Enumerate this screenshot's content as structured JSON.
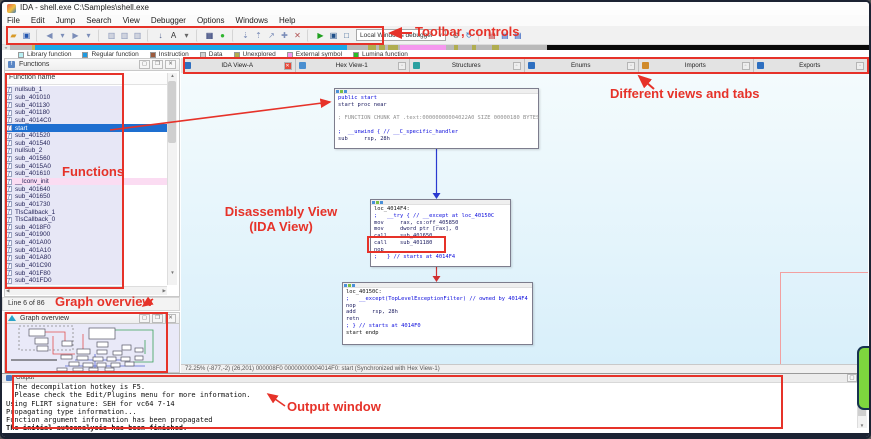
{
  "window": {
    "title": "IDA - shell.exe C:\\Samples\\shell.exe"
  },
  "menu": {
    "items": [
      "File",
      "Edit",
      "Jump",
      "Search",
      "View",
      "Debugger",
      "Options",
      "Windows",
      "Help"
    ]
  },
  "toolbar": {
    "debugger_select": "Local Windows debugger",
    "dropdown_arrow": "∨",
    "items": [
      {
        "n": "open-file",
        "g": "▰",
        "c": "#d89a28"
      },
      {
        "n": "save",
        "g": "▣",
        "c": "#2456b0"
      },
      {
        "n": "sep1",
        "g": "",
        "cls": "tsep"
      },
      {
        "n": "back",
        "g": "◀",
        "c": "#7b8db8"
      },
      {
        "n": "back-dropdown",
        "g": "▾",
        "c": "#7b8db8"
      },
      {
        "n": "forward",
        "g": "▶",
        "c": "#7b8db8"
      },
      {
        "n": "forward-dropdown",
        "g": "▾",
        "c": "#7b8db8"
      },
      {
        "n": "sep2",
        "g": "",
        "cls": "tsep"
      },
      {
        "n": "copy-1",
        "g": "▥",
        "c": "#8a97b8"
      },
      {
        "n": "copy-2",
        "g": "▥",
        "c": "#8a97b8"
      },
      {
        "n": "copy-3",
        "g": "▥",
        "c": "#8a97b8"
      },
      {
        "n": "sep3",
        "g": "",
        "cls": "tsep"
      },
      {
        "n": "jump-down",
        "g": "↓",
        "c": "#4a5a8a"
      },
      {
        "n": "text",
        "g": "A",
        "c": "#333333"
      },
      {
        "n": "text-dropdown",
        "g": "▾",
        "c": "#666666"
      },
      {
        "n": "sep4",
        "g": "",
        "cls": "tsep"
      },
      {
        "n": "screen",
        "g": "▦",
        "c": "#1a2a6a"
      },
      {
        "n": "analysis-state",
        "g": "●",
        "c": "#2fb52f"
      },
      {
        "n": "sep5",
        "g": "",
        "cls": "tsep"
      },
      {
        "n": "step-into",
        "g": "⇣",
        "c": "#7b8db8"
      },
      {
        "n": "step-over",
        "g": "⇡",
        "c": "#7b8db8"
      },
      {
        "n": "run-until",
        "g": "↗",
        "c": "#7b8db8"
      },
      {
        "n": "trace",
        "g": "✚",
        "c": "#7b8db8"
      },
      {
        "n": "cancel",
        "g": "✕",
        "c": "#b05050"
      },
      {
        "n": "sep6",
        "g": "",
        "cls": "tsep"
      },
      {
        "n": "debug-start",
        "g": "▶",
        "c": "#1fa01f"
      },
      {
        "n": "debug-pause",
        "g": "▣",
        "c": "#20508a"
      },
      {
        "n": "debug-stop",
        "g": "□",
        "c": "#20508a"
      }
    ],
    "items_right": [
      {
        "n": "attach",
        "g": "⚙",
        "c": "#6a6a6a"
      },
      {
        "n": "refresh",
        "g": "↻",
        "c": "#3a7ac0"
      },
      {
        "n": "sep7",
        "g": "",
        "cls": "tsep"
      },
      {
        "n": "breakpoints",
        "g": "▤",
        "c": "#c03030"
      },
      {
        "n": "watches-1",
        "g": "▤",
        "c": "#3060c0"
      },
      {
        "n": "watches-2",
        "g": "▤",
        "c": "#3060c0"
      }
    ]
  },
  "legend": {
    "items": [
      {
        "label": "Library function",
        "color": "#b8f0f4"
      },
      {
        "label": "Regular function",
        "color": "#1f9ae0"
      },
      {
        "label": "Instruction",
        "color": "#9c5a3c"
      },
      {
        "label": "Data",
        "color": "#d0d0d0"
      },
      {
        "label": "Unexplored",
        "color": "#b0ad50"
      },
      {
        "label": "External symbol",
        "color": "#f598ee"
      },
      {
        "label": "Lumina function",
        "color": "#28c028"
      }
    ]
  },
  "functions_panel": {
    "title": "Functions",
    "icon": "f",
    "column_header": "Function name",
    "row_icon": "f",
    "status": "Line 6 of 86",
    "items": [
      {
        "name": "nullsub_1"
      },
      {
        "name": "sub_401010"
      },
      {
        "name": "sub_401130"
      },
      {
        "name": "sub_401180"
      },
      {
        "name": "sub_4014C0"
      },
      {
        "name": "start",
        "cls": "sel"
      },
      {
        "name": "sub_401520"
      },
      {
        "name": "sub_401540"
      },
      {
        "name": "nullsub_2"
      },
      {
        "name": "sub_401560"
      },
      {
        "name": "sub_4015A0"
      },
      {
        "name": "sub_401610"
      },
      {
        "name": "__lconv_init",
        "cls": "pink"
      },
      {
        "name": "sub_401640"
      },
      {
        "name": "sub_401650"
      },
      {
        "name": "sub_401730"
      },
      {
        "name": "TlsCallback_1"
      },
      {
        "name": "TlsCallback_0"
      },
      {
        "name": "sub_4018F0"
      },
      {
        "name": "sub_401900"
      },
      {
        "name": "sub_401A00"
      },
      {
        "name": "sub_401A10"
      },
      {
        "name": "sub_401A80"
      },
      {
        "name": "sub_401C90"
      },
      {
        "name": "sub_401F80"
      },
      {
        "name": "sub_401FD0"
      }
    ]
  },
  "graph_overview_panel": {
    "title": "Graph overview"
  },
  "tabs": {
    "items": [
      {
        "label": "IDA View-A",
        "icon": "#2e6fc0",
        "closeBg": "#e5493a",
        "closeFg": "#ffffff",
        "closeGlyph": "✕"
      },
      {
        "label": "Hex View-1",
        "icon": "#4a8fd0",
        "closeBg": "#eeeeee",
        "closeFg": "#999999",
        "closeGlyph": "▫"
      },
      {
        "label": "Structures",
        "icon": "#2aa0a0",
        "closeBg": "#eeeeee",
        "closeFg": "#999999",
        "closeGlyph": "▫"
      },
      {
        "label": "Enums",
        "icon": "#2e6fc0",
        "closeBg": "#eeeeee",
        "closeFg": "#999999",
        "closeGlyph": "▫"
      },
      {
        "label": "Imports",
        "icon": "#d08a2a",
        "closeBg": "#eeeeee",
        "closeFg": "#999999",
        "closeGlyph": "▫"
      },
      {
        "label": "Exports",
        "icon": "#2e6fc0",
        "closeBg": "#eeeeee",
        "closeFg": "#999999",
        "closeGlyph": "▫"
      }
    ]
  },
  "graph": {
    "b1": {
      "lines": [
        {
          "t": "public start",
          "cls": "c-blue"
        },
        {
          "t": "start proc near",
          "cls": "c-code"
        },
        {
          "t": " ",
          "cls": "c-code"
        },
        {
          "t": "; FUNCTION CHUNK AT .text:00000000004022A0 SIZE 00000180 BYTES",
          "cls": "c-gray"
        },
        {
          "t": " ",
          "cls": "c-code"
        },
        {
          "t": ";  __unwind { // __C_specific_handler",
          "cls": "c-blue"
        },
        {
          "t": "sub     rsp, 28h",
          "cls": "c-code"
        }
      ]
    },
    "b2": {
      "lines": [
        {
          "t": "loc_4014F4:",
          "cls": "c-black"
        },
        {
          "t": ";   __try { // __except at loc_40150C",
          "cls": "c-blue"
        },
        {
          "t": "mov     rax, cs:off_405850",
          "cls": "c-code"
        },
        {
          "t": "mov     dword ptr [rax], 0",
          "cls": "c-code"
        },
        {
          "t": "call    sub_401650",
          "cls": "c-code"
        },
        {
          "t": "call    sub_401180",
          "cls": "c-code"
        },
        {
          "t": "nop",
          "cls": "c-code"
        },
        {
          "t": ";   } // starts at 4014F4",
          "cls": "c-blue"
        }
      ]
    },
    "b3": {
      "lines": [
        {
          "t": "loc_40150C:",
          "cls": "c-black"
        },
        {
          "t": ";   __except(TopLevelExceptionFilter) // owned by 4014F4",
          "cls": "c-blue"
        },
        {
          "t": "nop",
          "cls": "c-code"
        },
        {
          "t": "add     rsp, 28h",
          "cls": "c-code"
        },
        {
          "t": "retn",
          "cls": "c-code"
        },
        {
          "t": "; } // starts at 4014F0",
          "cls": "c-blue"
        },
        {
          "t": "start endp",
          "cls": "c-black"
        }
      ]
    },
    "status_line": "72.25% (-877,-2) (26,201) 000008F0 00000000004014F0: start (Synchronized with Hex View-1)"
  },
  "output_panel": {
    "title": "Output",
    "lines": [
      {
        "t": "  The decompilation hotkey is F5."
      },
      {
        "t": "  Please check the Edit/Plugins menu for more information."
      },
      {
        "t": "Using FLIRT signature: SEH for vc64 7-14"
      },
      {
        "t": "Propagating type information..."
      },
      {
        "t": "Function argument information has been propagated"
      },
      {
        "t": "The initial autoanalysis has been finished.",
        "cls": "bold"
      }
    ]
  },
  "annotations": {
    "color": "#e63229",
    "toolbar": "Toolbar, controls",
    "tabs": "Different views and tabs",
    "functions": "Functions",
    "disasm_line1": "Disassembly View",
    "disasm_line2": "(IDA View)",
    "overview": "Graph overview",
    "output": "Output window"
  }
}
